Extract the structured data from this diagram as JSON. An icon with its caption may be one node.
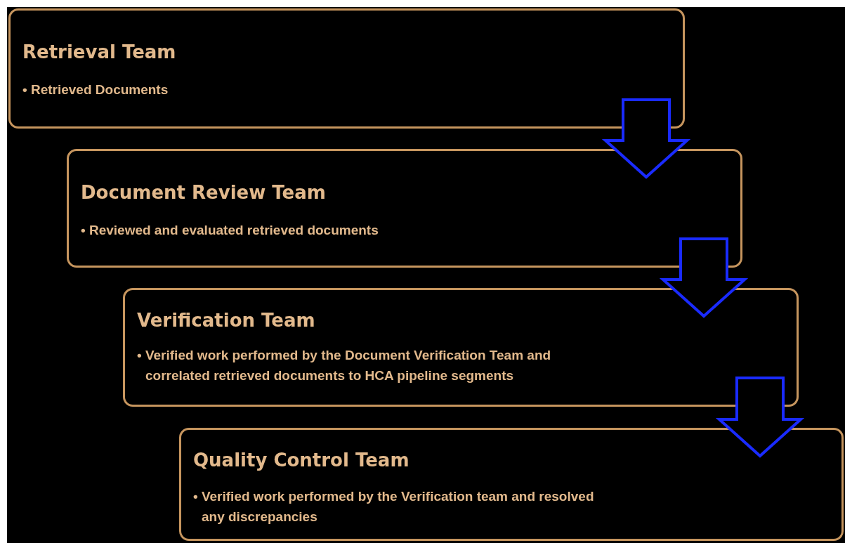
{
  "diagram": {
    "nodes": [
      {
        "text": [
          "Retrieval Team",
          "• Retrieved Documents"
        ]
      },
      {
        "text": [
          "Document Review Team",
          "• Reviewed and evaluated retrieved documents"
        ]
      },
      {
        "text": [
          "Verification Team",
          "• Verified work performed by the Document Verification Team and correlated retrieved documents to HCA pipeline segments"
        ]
      },
      {
        "text": [
          "Quality Control Team",
          "• Verified work performed by the Verification team and resolved any discrepancies"
        ]
      }
    ],
    "edges": [
      {
        "from": 0,
        "to": 1,
        "arrow": "to"
      },
      {
        "from": 1,
        "to": 2,
        "arrow": "to"
      },
      {
        "from": 2,
        "to": 3,
        "arrow": "to"
      }
    ]
  }
}
